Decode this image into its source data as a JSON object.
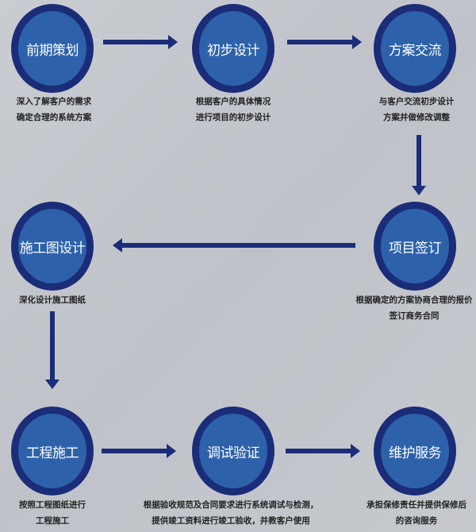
{
  "colors": {
    "ring": "#1b2c78",
    "fill": "#2d62ab",
    "arrow": "#1b2c78",
    "background": "#c4c7cc"
  },
  "steps": [
    {
      "title": "前期策划",
      "desc": [
        "深入了解客户的需求",
        "确定合理的系统方案"
      ]
    },
    {
      "title": "初步设计",
      "desc": [
        "根据客户的具体情况",
        "进行项目的初步设计"
      ]
    },
    {
      "title": "方案交流",
      "desc": [
        "与客户交流初步设计",
        "方案并做修改调整"
      ]
    },
    {
      "title": "项目签订",
      "desc": [
        "根据确定的方案协商合理的报价",
        "签订商务合同"
      ]
    },
    {
      "title": "施工图设计",
      "desc": [
        "深化设计施工图纸"
      ]
    },
    {
      "title": "工程施工",
      "desc": [
        "按照工程图纸进行",
        "工程施工"
      ]
    },
    {
      "title": "调试验证",
      "desc": [
        "根据验收规范及合同要求进行系统调试与检测，",
        "提供竣工资料进行竣工验收，并教客户使用"
      ]
    },
    {
      "title": "维护服务",
      "desc": [
        "承担保修责任并提供保修后",
        "的咨询服务"
      ]
    }
  ]
}
